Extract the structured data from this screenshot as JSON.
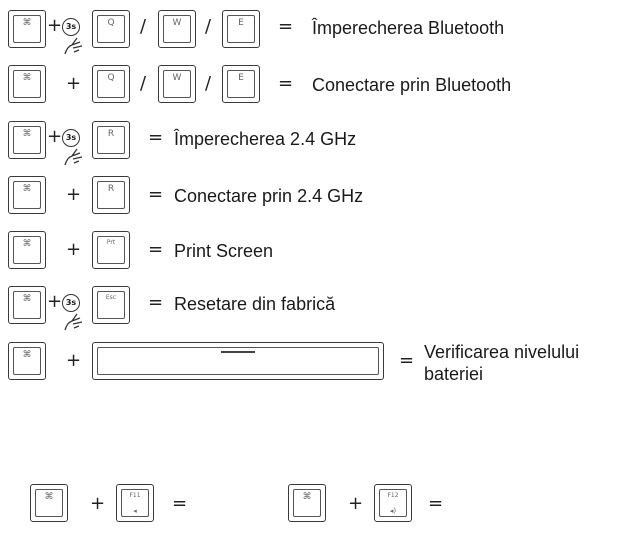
{
  "rows": [
    {
      "label": "Împerecherea Bluetooth"
    },
    {
      "label": "Conectare prin Bluetooth"
    },
    {
      "label": "Împerecherea 2.4 GHz"
    },
    {
      "label": "Conectare prin 2.4 GHz"
    },
    {
      "label": "Print Screen"
    },
    {
      "label": "Resetare din fabrică"
    },
    {
      "label_line1": "Verificarea nivelului",
      "label_line2": "bateriei"
    }
  ],
  "symbols": {
    "plus": "+",
    "equals": "=",
    "slash": "/",
    "hold_timer": "3s"
  },
  "keys": {
    "fn": "⌘",
    "q": "Q",
    "w": "W",
    "e": "E",
    "r": "R",
    "prtsc": "Prt",
    "esc": "Esc",
    "f11": "F11",
    "f12": "F12"
  },
  "icons": {
    "fn_key": "fn-key-icon",
    "hand": "hand-press-icon",
    "timer": "hold-3s-timer-icon"
  }
}
